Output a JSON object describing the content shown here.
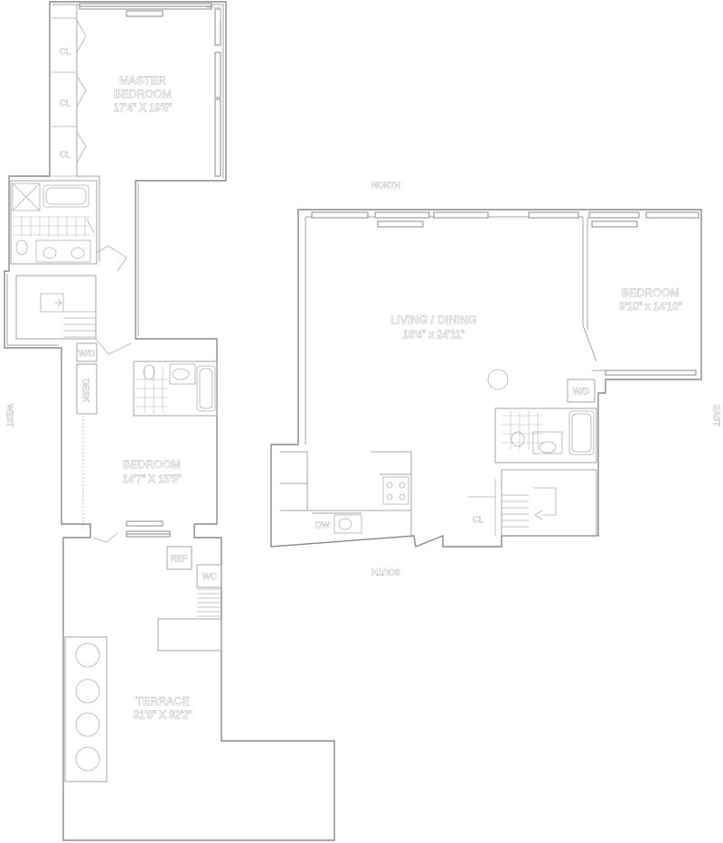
{
  "rooms": {
    "master_bedroom": {
      "name_line1": "MASTER",
      "name_line2": "BEDROOM",
      "dims": "17'4\" X 19'5\""
    },
    "living_dining": {
      "name": "LIVING / DINING",
      "dims": "18'4\" x 24'11\""
    },
    "bedroom_east": {
      "name": "BEDROOM",
      "dims": "9'10\" x 14'10\""
    },
    "bedroom_west": {
      "name": "BEDROOM",
      "dims": "14'7\" X 15'5\""
    },
    "terrace": {
      "name": "TERRACE",
      "dims": "31'6\" X 32'2\""
    }
  },
  "fixtures": {
    "closet_1": "CL",
    "closet_2": "CL",
    "closet_3": "CL",
    "closet_4": "CL",
    "washer_dryer_west": "W/D",
    "washer_dryer_east": "W/D",
    "desk": "DESK",
    "refrigerator": "REF",
    "wc": "WC",
    "dishwasher": "DW"
  },
  "compass": {
    "north": "NORTH",
    "south": "SOUTH",
    "east": "EAST",
    "west": "WEST"
  }
}
